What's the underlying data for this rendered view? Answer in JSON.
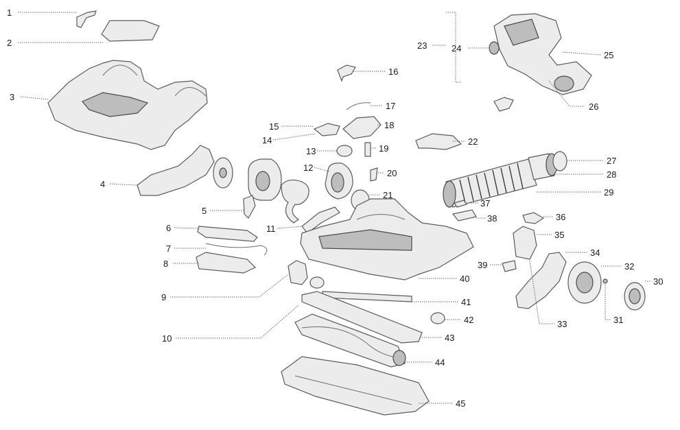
{
  "diagram": {
    "labels": [
      "1",
      "2",
      "3",
      "4",
      "5",
      "6",
      "7",
      "8",
      "9",
      "10",
      "11",
      "12",
      "13",
      "14",
      "15",
      "16",
      "17",
      "18",
      "19",
      "20",
      "21",
      "22",
      "23",
      "24",
      "25",
      "26",
      "27",
      "28",
      "29",
      "30",
      "31",
      "32",
      "33",
      "34",
      "35",
      "36",
      "37",
      "38",
      "39",
      "40",
      "41",
      "42",
      "43",
      "44",
      "45"
    ]
  },
  "colors": {
    "line": "#5a5a5a",
    "fill": "#ececec",
    "shade": "#bdbdbd",
    "text": "#1a1a1a"
  }
}
